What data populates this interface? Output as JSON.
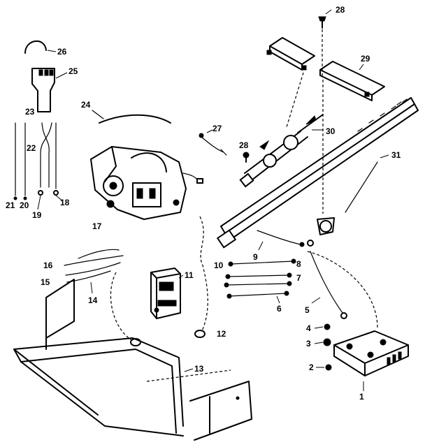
{
  "diagram": {
    "part_labels": [
      {
        "id": "p1",
        "text": "1"
      },
      {
        "id": "p2",
        "text": "2"
      },
      {
        "id": "p3",
        "text": "3"
      },
      {
        "id": "p4",
        "text": "4"
      },
      {
        "id": "p5",
        "text": "5"
      },
      {
        "id": "p6",
        "text": "6"
      },
      {
        "id": "p7",
        "text": "7"
      },
      {
        "id": "p8",
        "text": "8"
      },
      {
        "id": "p9",
        "text": "9"
      },
      {
        "id": "p10",
        "text": "10"
      },
      {
        "id": "p11",
        "text": "11"
      },
      {
        "id": "p12",
        "text": "12"
      },
      {
        "id": "p13",
        "text": "13"
      },
      {
        "id": "p14",
        "text": "14"
      },
      {
        "id": "p15",
        "text": "15"
      },
      {
        "id": "p16",
        "text": "16"
      },
      {
        "id": "p17",
        "text": "17"
      },
      {
        "id": "p18",
        "text": "18"
      },
      {
        "id": "p19",
        "text": "19"
      },
      {
        "id": "p20",
        "text": "20"
      },
      {
        "id": "p21",
        "text": "21"
      },
      {
        "id": "p22",
        "text": "22"
      },
      {
        "id": "p23",
        "text": "23"
      },
      {
        "id": "p24",
        "text": "24"
      },
      {
        "id": "p25",
        "text": "25"
      },
      {
        "id": "p26",
        "text": "26"
      },
      {
        "id": "p27",
        "text": "27"
      },
      {
        "id": "p28a",
        "text": "28"
      },
      {
        "id": "p28b",
        "text": "28"
      },
      {
        "id": "p29",
        "text": "29"
      },
      {
        "id": "p30",
        "text": "30"
      },
      {
        "id": "p31",
        "text": "31"
      }
    ],
    "colors": {
      "ink": "#000000",
      "paper": "#ffffff"
    }
  }
}
